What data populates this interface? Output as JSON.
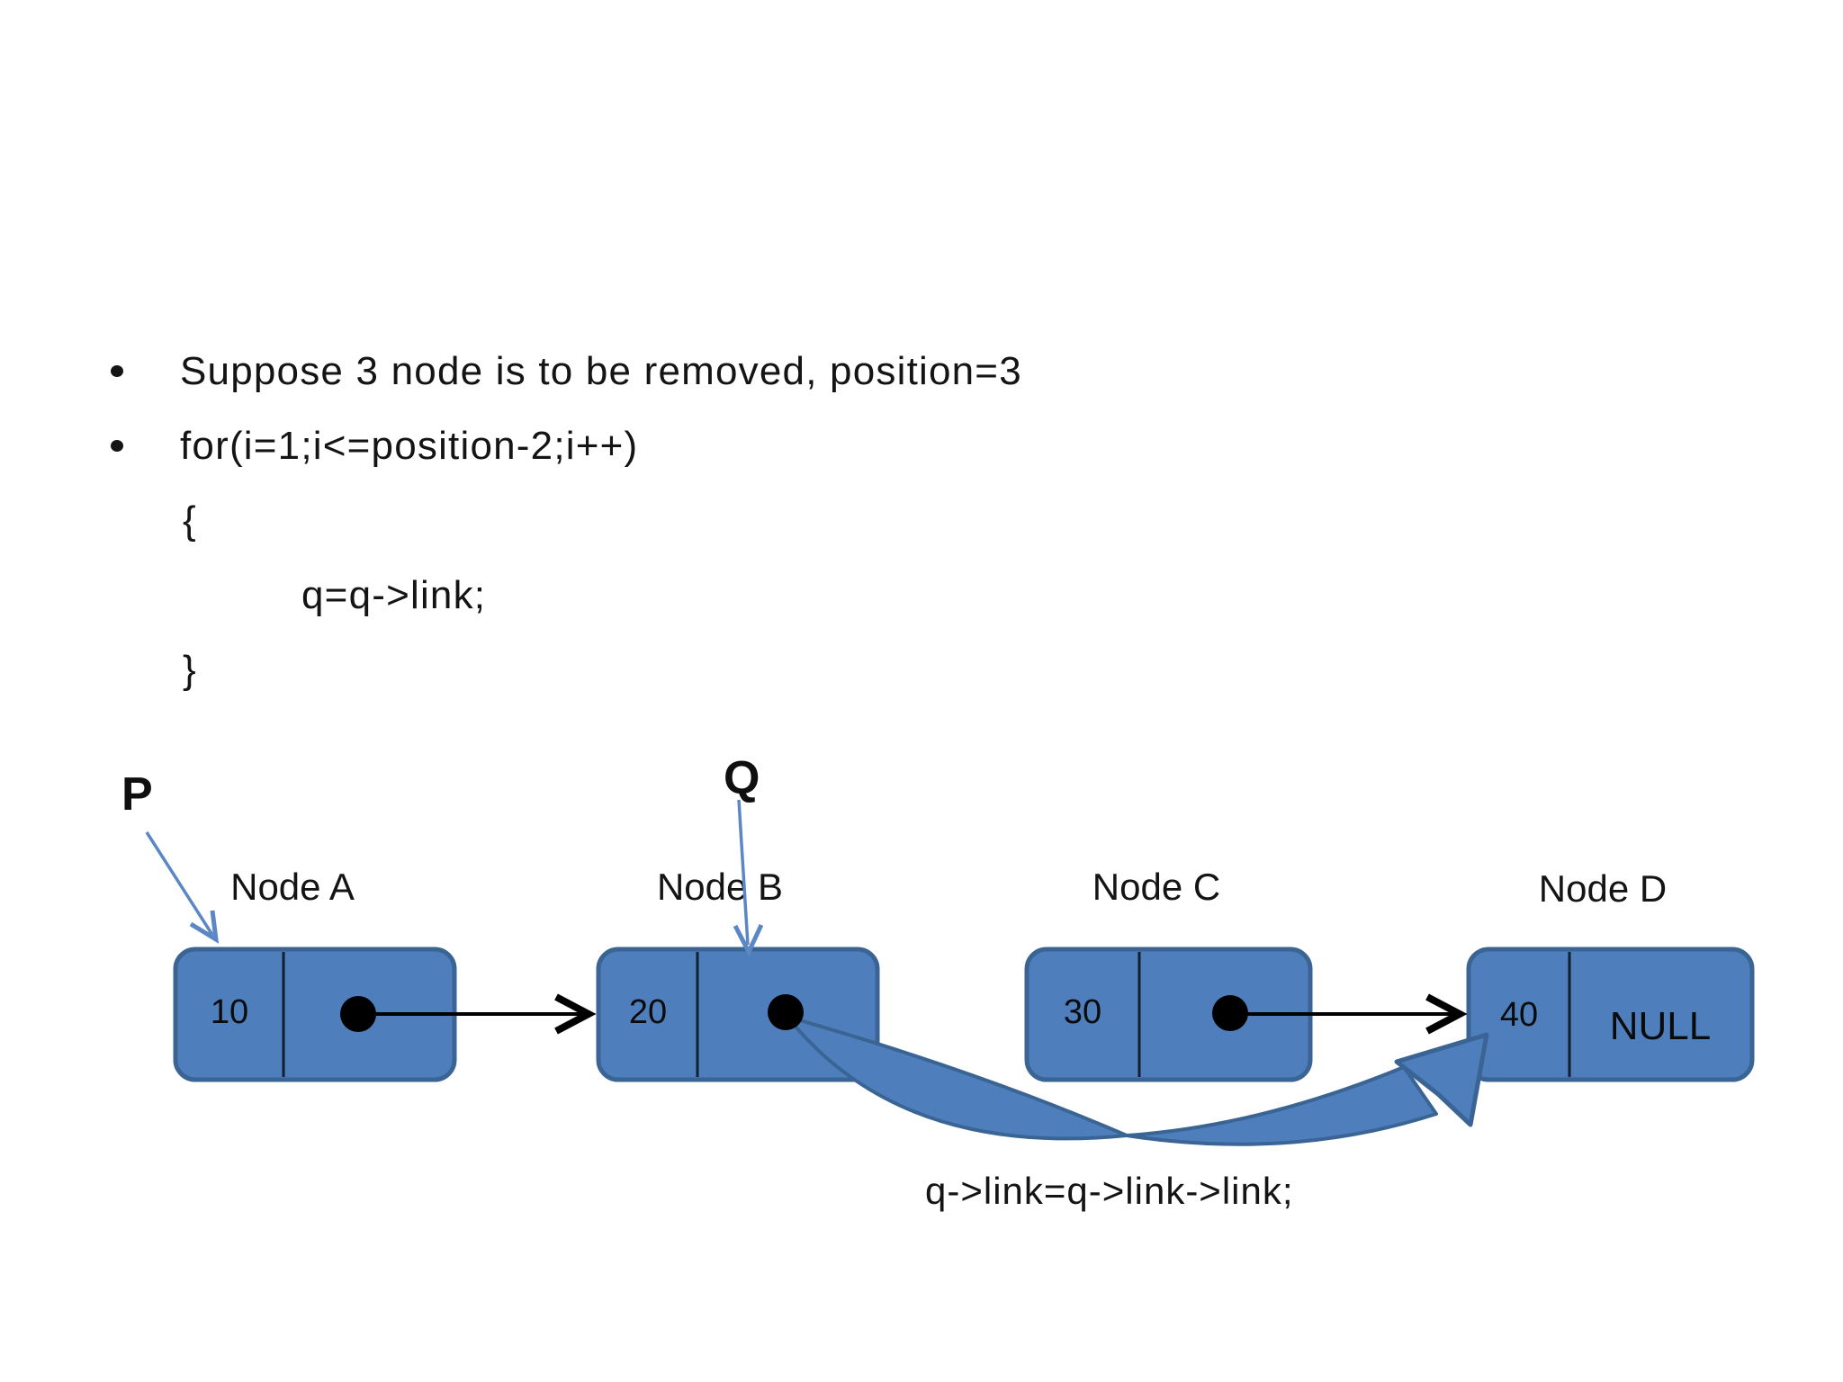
{
  "slide_title": "",
  "code_lines": [
    "Suppose 3 node is to be removed, position=3",
    "for(i=1;i<=position-2;i++)",
    "{",
    "q=q->link;",
    "}"
  ],
  "pointer_labels": {
    "p": "P",
    "q": "Q"
  },
  "nodes": [
    {
      "label": "Node A",
      "value": "10"
    },
    {
      "label": "Node B",
      "value": "20"
    },
    {
      "label": "Node C",
      "value": "30"
    },
    {
      "label": "Node D",
      "value": "40",
      "pointer_text": "NULL"
    }
  ],
  "caption": "q->link=q->link->link;",
  "colors": {
    "node_fill": "#4e7fbc",
    "node_border": "#3a6494",
    "divider": "#10202f",
    "pointer_arrow": "#5b87c5",
    "link_arrow": "#000000",
    "dot": "#000000",
    "text": "#141414"
  }
}
